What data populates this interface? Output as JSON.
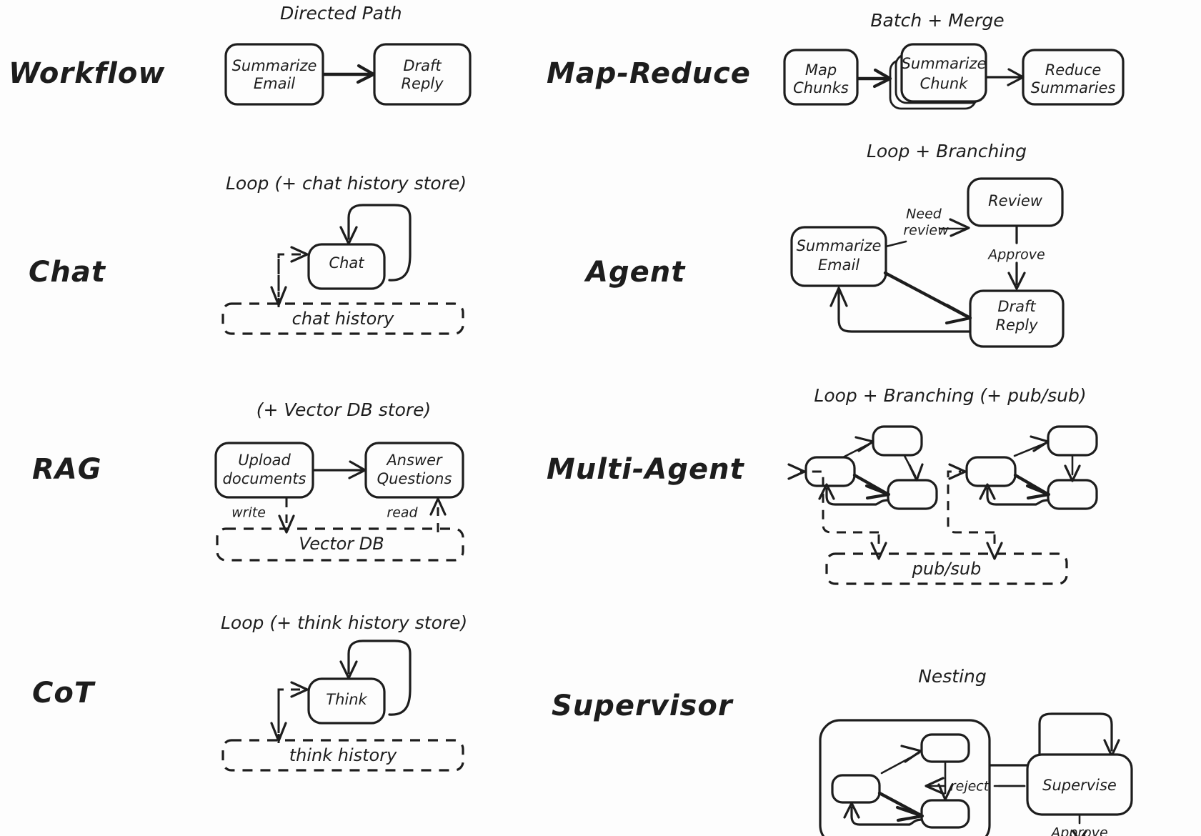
{
  "meta": {
    "background_color": "#fdfdfd",
    "ink_color": "#1d1d1d",
    "style": "hand-drawn-sketch"
  },
  "rows": [
    {
      "left": {
        "label": "Workflow",
        "caption": "Directed Path",
        "nodes": [
          "Summarize Email",
          "Draft Reply"
        ],
        "edges": [
          {
            "from": "Summarize Email",
            "to": "Draft Reply",
            "label": ""
          }
        ],
        "stores": []
      },
      "right": {
        "label": "Map-Reduce",
        "caption": "Batch + Merge",
        "nodes": [
          "Map Chunks",
          "Summarize Chunk",
          "Reduce Summaries"
        ],
        "edges": [
          {
            "from": "Map Chunks",
            "to": "Summarize Chunk",
            "label": ""
          },
          {
            "from": "Summarize Chunk",
            "to": "Reduce Summaries",
            "label": ""
          }
        ],
        "stores": []
      }
    },
    {
      "left": {
        "label": "Chat",
        "caption": "Loop (+ chat history store)",
        "nodes": [
          "Chat"
        ],
        "edges": [
          {
            "from": "Chat",
            "to": "Chat",
            "label": ""
          }
        ],
        "stores": [
          "chat history"
        ]
      },
      "right": {
        "label": "Agent",
        "caption": "Loop + Branching",
        "nodes": [
          "Summarize Email",
          "Review",
          "Draft Reply"
        ],
        "edges": [
          {
            "from": "Summarize Email",
            "to": "Review",
            "label": "Need review"
          },
          {
            "from": "Review",
            "to": "Draft Reply",
            "label": "Approve"
          },
          {
            "from": "Summarize Email",
            "to": "Draft Reply",
            "label": ""
          },
          {
            "from": "Draft Reply",
            "to": "Summarize Email",
            "label": ""
          }
        ],
        "stores": []
      }
    },
    {
      "left": {
        "label": "RAG",
        "caption": "(+ Vector DB store)",
        "nodes": [
          "Upload documents",
          "Answer Questions"
        ],
        "edges": [
          {
            "from": "Upload documents",
            "to": "Answer Questions",
            "label": ""
          },
          {
            "from": "Upload documents",
            "to": "Vector DB",
            "label": "write"
          },
          {
            "from": "Vector DB",
            "to": "Answer Questions",
            "label": "read"
          }
        ],
        "stores": [
          "Vector DB"
        ]
      },
      "right": {
        "label": "Multi-Agent",
        "caption": "Loop + Branching (+ pub/sub)",
        "nodes": [
          "",
          "",
          "",
          "",
          "",
          ""
        ],
        "edges": [],
        "stores": [
          "pub/sub"
        ]
      }
    },
    {
      "left": {
        "label": "CoT",
        "caption": "Loop (+ think history store)",
        "nodes": [
          "Think"
        ],
        "edges": [
          {
            "from": "Think",
            "to": "Think",
            "label": ""
          }
        ],
        "stores": [
          "think history"
        ]
      },
      "right": {
        "label": "Supervisor",
        "caption": "Nesting",
        "nodes": [
          "Supervise",
          "",
          "",
          ""
        ],
        "edges": [
          {
            "from": "group",
            "to": "Supervise",
            "label": ""
          },
          {
            "from": "Supervise",
            "to": "group",
            "label": "reject"
          },
          {
            "from": "Supervise",
            "to": "out",
            "label": "Approve"
          }
        ],
        "stores": []
      }
    }
  ],
  "labels": {
    "workflow": "Workflow",
    "chat": "Chat",
    "rag": "RAG",
    "cot": "CoT",
    "map_reduce": "Map-Reduce",
    "agent": "Agent",
    "multi_agent": "Multi-Agent",
    "supervisor": "Supervisor"
  },
  "captions": {
    "directed_path": "Directed Path",
    "batch_merge": "Batch + Merge",
    "loop_chat": "Loop (+ chat history store)",
    "loop_branching": "Loop + Branching",
    "vector_db_store": "(+ Vector DB store)",
    "loop_branching_pubsub": "Loop + Branching (+ pub/sub)",
    "loop_think": "Loop (+ think history store)",
    "nesting": "Nesting"
  },
  "nodes": {
    "summarize_email_1a": "Summarize",
    "summarize_email_1b": "Email",
    "draft_reply_1a": "Draft",
    "draft_reply_1b": "Reply",
    "map_chunks_a": "Map",
    "map_chunks_b": "Chunks",
    "summarize_chunk_a": "Summarize",
    "summarize_chunk_b": "Chunk",
    "reduce_summaries_a": "Reduce",
    "reduce_summaries_b": "Summaries",
    "chat": "Chat",
    "chat_history": "chat history",
    "summarize_email_2a": "Summarize",
    "summarize_email_2b": "Email",
    "review": "Review",
    "draft_reply_2a": "Draft",
    "draft_reply_2b": "Reply",
    "upload_documents_a": "Upload",
    "upload_documents_b": "documents",
    "answer_questions_a": "Answer",
    "answer_questions_b": "Questions",
    "vector_db": "Vector DB",
    "pub_sub": "pub/sub",
    "think": "Think",
    "think_history": "think history",
    "supervise": "Supervise"
  },
  "edge_labels": {
    "need": "Need",
    "review": "review",
    "approve_agent": "Approve",
    "write": "write",
    "read": "read",
    "reject": "reject",
    "approve_supervisor": "Approve"
  }
}
